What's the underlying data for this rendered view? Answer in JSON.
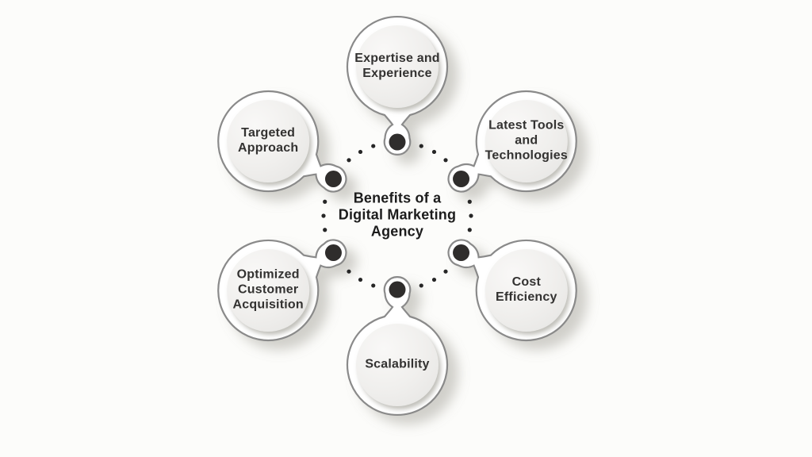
{
  "diagram": {
    "center": {
      "title": "Benefits of a\nDigital Marketing\nAgency"
    },
    "nodes": [
      {
        "id": "expertise-and-experience",
        "label": "Expertise and\nExperience",
        "angle_deg": -90
      },
      {
        "id": "latest-tools-and-technologies",
        "label": "Latest Tools\nand\nTechnologies",
        "angle_deg": -30
      },
      {
        "id": "cost-efficiency",
        "label": "Cost\nEfficiency",
        "angle_deg": 30
      },
      {
        "id": "scalability",
        "label": "Scalability",
        "angle_deg": 90
      },
      {
        "id": "optimized-customer-acquisition",
        "label": "Optimized\nCustomer\nAcquisition",
        "angle_deg": 150
      },
      {
        "id": "targeted-approach",
        "label": "Targeted\nApproach",
        "angle_deg": 210
      }
    ],
    "colors": {
      "background": "#fcfcfa",
      "bubble_fill": "#ffffff",
      "bubble_stroke": "#8a8a8a",
      "inner_fill_light": "#f9f8f7",
      "inner_fill_mid": "#f0efed",
      "inner_fill_dark": "#e6e5e3",
      "connector_dot": "#2f2d2c",
      "small_dot": "#262626",
      "shadow": "#8f8c82",
      "label_text": "#333231",
      "title_text": "#1c1c1c"
    }
  }
}
